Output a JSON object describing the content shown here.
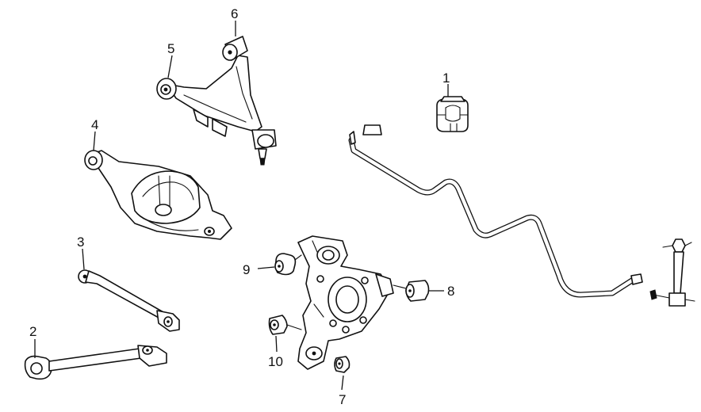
{
  "callouts": [
    {
      "id": "1",
      "label": "1",
      "part": "stabilizer-bushing"
    },
    {
      "id": "2",
      "label": "2",
      "part": "rear-lateral-link"
    },
    {
      "id": "3",
      "label": "3",
      "part": "toe-control-rod"
    },
    {
      "id": "4",
      "label": "4",
      "part": "lower-control-arm"
    },
    {
      "id": "5",
      "label": "5",
      "part": "upper-arm-front-bushing"
    },
    {
      "id": "6",
      "label": "6",
      "part": "upper-arm-rear-bushing"
    },
    {
      "id": "7",
      "label": "7",
      "part": "knuckle-lower-bushing"
    },
    {
      "id": "8",
      "label": "8",
      "part": "knuckle-rear-bushing"
    },
    {
      "id": "9",
      "label": "9",
      "part": "knuckle-upper-bushing"
    },
    {
      "id": "10",
      "label": "10",
      "part": "knuckle-front-bushing"
    }
  ]
}
